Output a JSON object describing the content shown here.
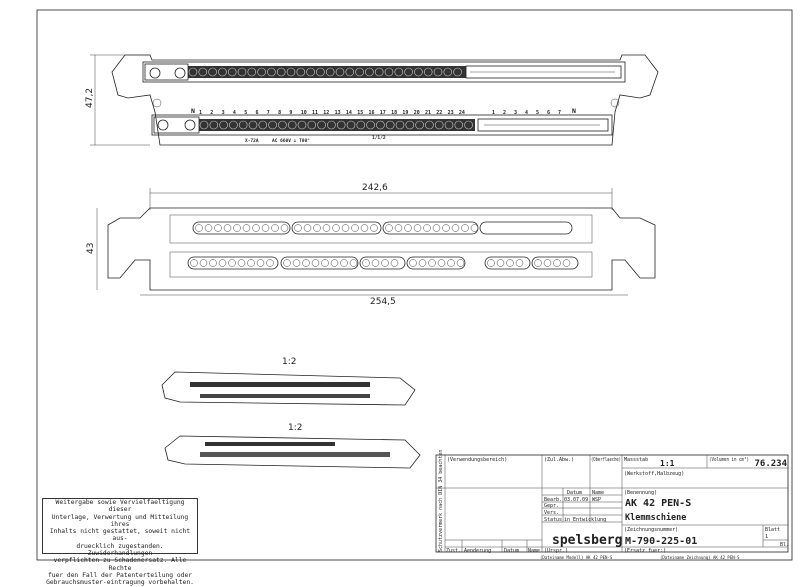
{
  "views": {
    "top_height_dim": "47,2",
    "front_width_inner_dim": "242,6",
    "front_height_dim": "43",
    "front_width_outer_dim": "254,5",
    "scale_iso_1": "1:2",
    "scale_iso_2": "1:2",
    "terminal_marking": {
      "n_left": "N",
      "numbers_main": [
        "1",
        "2",
        "3",
        "4",
        "5",
        "6",
        "7",
        "8",
        "9",
        "10",
        "11",
        "12",
        "13",
        "14",
        "15",
        "16",
        "17",
        "18",
        "19",
        "20",
        "21",
        "22",
        "23",
        "24"
      ],
      "numbers_right": [
        "1",
        "2",
        "3",
        "4",
        "5",
        "6",
        "7"
      ],
      "n_right": "N",
      "type_label": "X-72A",
      "rating_label": "AC 660V ⊥ T80°",
      "cert_label": "1/1/2"
    }
  },
  "notice": {
    "lines": [
      "Weitergabe sowie Vervielfaeltigung dieser",
      "Unterlage, Verwertung und Mitteilung ihres",
      "Inhalts nicht gestattet, soweit nicht aus-",
      "druecklich zugestanden. Zuwiderhandlungen",
      "verpflichten zu Schadenersatz. Alle Rechte",
      "fuer den Fall der Patenterteilung oder",
      "Gebrauchsmuster-eintragung vorbehalten."
    ]
  },
  "title_block": {
    "side_note": "Schutzvermerk nach DIN 34 beachten",
    "verwendungsbereich_label": "(Verwendungsbereich)",
    "zul_abw_label": "(Zul.Abw.)",
    "oberflaeche_label": "(Oberflaeche)",
    "massstab_label": "Massstab",
    "massstab_value": "1:1",
    "volumen_label": "(Volumen in cm³)",
    "volumen_value": "76.234",
    "werkstoff_label": "(Werkstoff,Halbzeug)",
    "datum_header": "Datum",
    "name_header": "Name",
    "bearb_label": "Bearb.",
    "bearb_date": "03.07.09",
    "bearb_name": "WSP",
    "gepr_label": "Gepr.",
    "vers_label": "Vers.",
    "status_label": "Status",
    "status_value": "in Entwicklung",
    "benennung_label": "(Benennung)",
    "title": "AK 42 PEN-S",
    "subtitle": "Klemmschiene",
    "zeichnungsnummer_label": "(Zeichnungsnummer)",
    "drawing_number": "M-790-225-01",
    "blatt_label": "Blatt",
    "blatt_value": "1",
    "bl_label": "Bl.",
    "ersatz_label": "(Ersatz fuer:)",
    "ursprung_label": "(Urspr.)",
    "zust_label": "Zust.",
    "aenderung_label": "Aenderung",
    "rev_datum_label": "Datum",
    "rev_name_label": "Name",
    "company_logo": "spelsberg",
    "file_model": "(Dateiname Modell) AK_42_PEN-S",
    "file_drawing": "(Dateiname Zeichnung) AK_42_PEN-S"
  }
}
